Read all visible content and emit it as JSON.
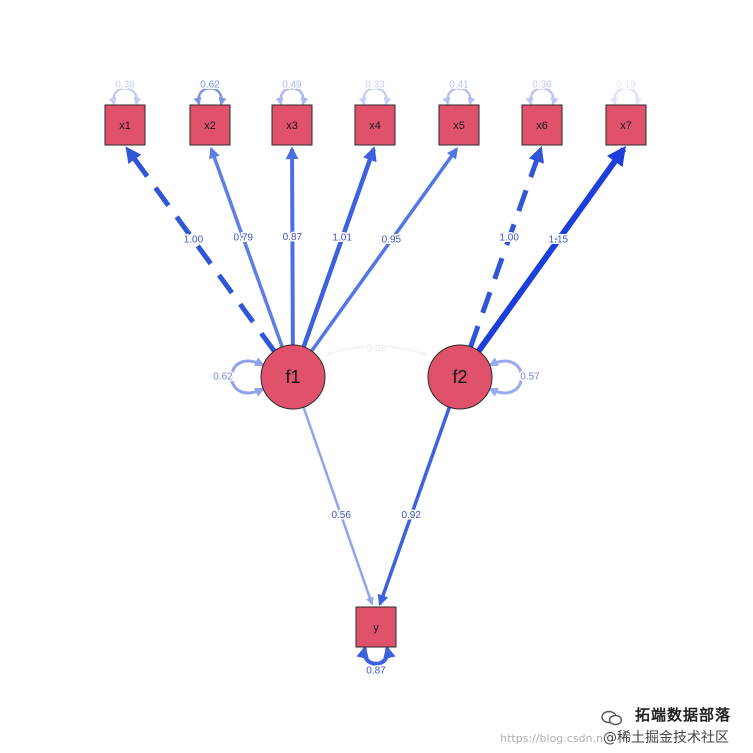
{
  "latents": [
    {
      "id": "f1",
      "label": "f1",
      "variance": "0.62"
    },
    {
      "id": "f2",
      "label": "f2",
      "variance": "0.57"
    }
  ],
  "indicators": [
    {
      "id": "x1",
      "label": "x1",
      "factor": "f1",
      "loading": "1.00",
      "residual": "0.38",
      "fixed": true,
      "color": "#2f56d8",
      "width": 5
    },
    {
      "id": "x2",
      "label": "x2",
      "factor": "f1",
      "loading": "0.79",
      "residual": "0.62",
      "fixed": false,
      "color": "#5c7fe6",
      "width": 3.5
    },
    {
      "id": "x3",
      "label": "x3",
      "factor": "f1",
      "loading": "0.87",
      "residual": "0.49",
      "fixed": false,
      "color": "#4a6fe2",
      "width": 4
    },
    {
      "id": "x4",
      "label": "x4",
      "factor": "f1",
      "loading": "1.01",
      "residual": "0.33",
      "fixed": false,
      "color": "#3d62df",
      "width": 4.5
    },
    {
      "id": "x5",
      "label": "x5",
      "factor": "f1",
      "loading": "0.95",
      "residual": "0.41",
      "fixed": false,
      "color": "#5277e4",
      "width": 3.5
    },
    {
      "id": "x6",
      "label": "x6",
      "factor": "f2",
      "loading": "1.00",
      "residual": "0.36",
      "fixed": true,
      "color": "#2f56d8",
      "width": 5
    },
    {
      "id": "x7",
      "label": "x7",
      "factor": "f2",
      "loading": "1.15",
      "residual": "0.19",
      "fixed": false,
      "color": "#1c3fdc",
      "width": 6
    }
  ],
  "outcome": {
    "id": "y",
    "label": "y",
    "residual": "0.87"
  },
  "regressions": [
    {
      "from": "f1",
      "to": "y",
      "estimate": "0.56",
      "color": "#8fa5ec",
      "width": 2.5
    },
    {
      "from": "f2",
      "to": "y",
      "estimate": "0.92",
      "color": "#3d62df",
      "width": 3.5
    }
  ],
  "covariance": {
    "between": [
      "f1",
      "f2"
    ],
    "estimate": "0.09"
  },
  "colors": {
    "node_fill": "#e0526c",
    "node_stroke": "#2a2a2a"
  },
  "watermark": {
    "brand": "拓端数据部落",
    "community": "@稀土掘金技术社区",
    "url": "https://blog.csdn.n"
  }
}
